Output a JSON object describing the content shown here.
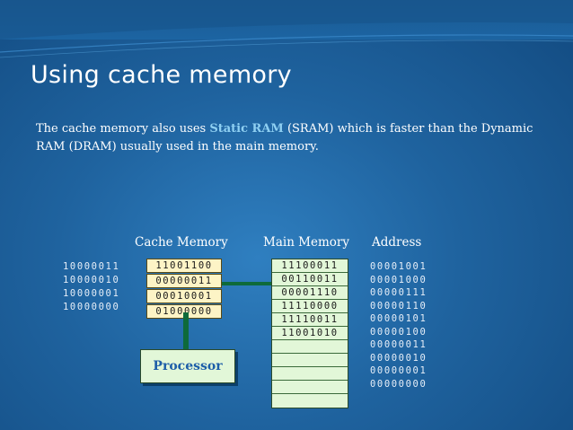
{
  "slide": {
    "title": "Using cache memory",
    "intro": {
      "before": "The cache memory also uses ",
      "highlight": "Static RAM",
      "after": " (SRAM) which is faster than the Dynamic RAM (DRAM) usually used in the main memory."
    }
  },
  "diagram": {
    "cache_header": "Cache Memory",
    "main_header": "Main Memory",
    "address_header": "Address",
    "cache_addresses": [
      "10000011",
      "10000010",
      "10000001",
      "10000000"
    ],
    "cache_cells": [
      "11001100",
      "00000011",
      "00010001",
      "01000000"
    ],
    "main_cells": [
      "11100011",
      "00110011",
      "00001110",
      "11110000",
      "11110011",
      "11001010",
      "",
      "",
      "",
      "",
      ""
    ],
    "addresses": [
      "00001001",
      "00001000",
      "00000111",
      "00000110",
      "00000101",
      "00000100",
      "00000011",
      "00000010",
      "00000001",
      "00000000"
    ],
    "processor_label": "Processor"
  },
  "colors": {
    "background": "#1f639f",
    "highlight": "#8fd0f2",
    "cache_fill": "#fdf4c6",
    "main_fill": "#e2f7d8",
    "connector": "#0e6a3a",
    "processor_text": "#1d5ea8"
  }
}
